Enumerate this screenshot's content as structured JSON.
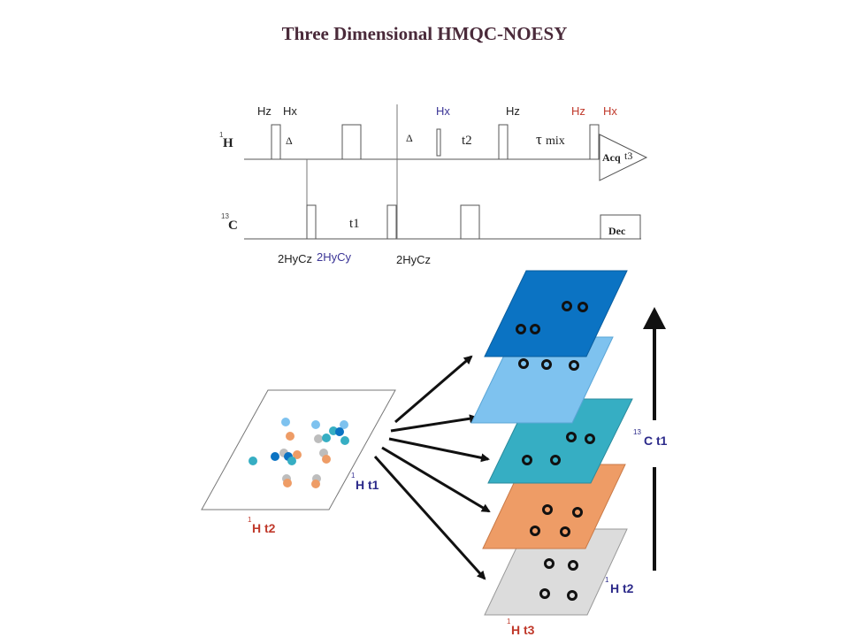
{
  "title": "Three Dimensional HMQC-NOESY",
  "pulse_sequence": {
    "channel_h": "H",
    "channel_h_super": "1",
    "channel_c": "C",
    "channel_c_super": "13",
    "labels": {
      "hz1": "Hz",
      "hx1": "Hx",
      "delta1": "Δ",
      "delta2": "Δ",
      "hx2": "Hx",
      "t2": "t2",
      "hz2": "Hz",
      "tau": "τ",
      "mix": "mix",
      "hz3": "Hz",
      "hx3": "Hx",
      "acq": "Acq",
      "t3": "t3",
      "t1": "t1",
      "dec": "Dec",
      "s2hycz1": "2HyCz",
      "s2hycy": "2HyCy",
      "s2hycz2": "2HyCz"
    },
    "colors": {
      "blue_label": "#3b3596",
      "red_label": "#c0392b"
    }
  },
  "spectrum_2d": {
    "axis_h_t1": "H t1",
    "axis_h_t2": "H t2",
    "super": "1"
  },
  "cube_3d": {
    "axis_c_t1": "C t1",
    "axis_c_super": "13",
    "axis_h_t2": "H t2",
    "axis_h_t3": "H t3",
    "super": "1",
    "plane_colors": [
      "#0b73c3",
      "#7ec2ef",
      "#36aec3",
      "#ee9c66",
      "#dcdcdc"
    ]
  }
}
